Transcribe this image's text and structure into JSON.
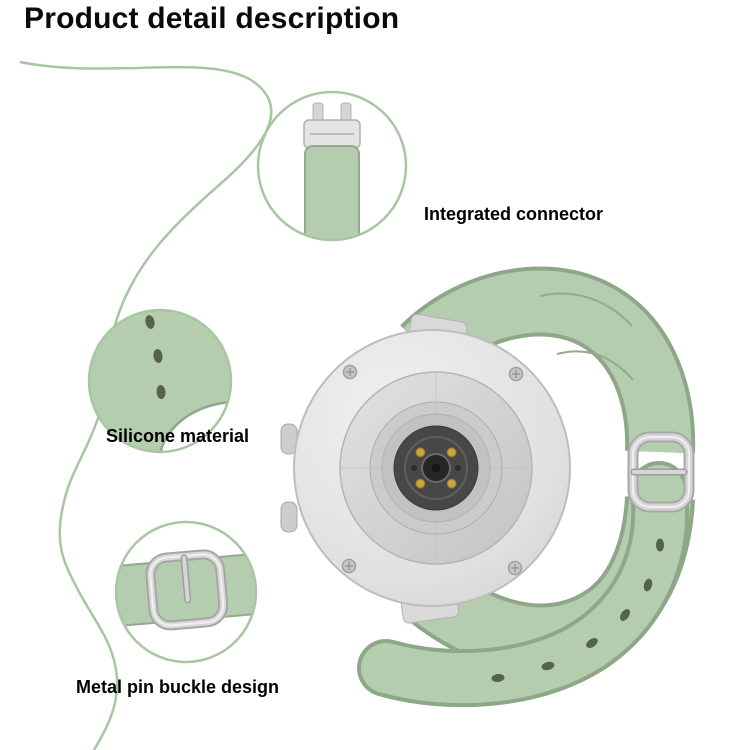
{
  "page": {
    "title": "Product detail description"
  },
  "callouts": [
    {
      "label": "Integrated connector",
      "feature": "integrated-connector"
    },
    {
      "label": "Silicone material",
      "feature": "silicone-material"
    },
    {
      "label": "Metal pin buckle design",
      "feature": "metal-pin-buckle"
    }
  ],
  "colors": {
    "background": "#ffffff",
    "text": "#000000",
    "line_green": "#a9c6a3",
    "strap_green": "#b5cdaf",
    "strap_green_dark": "#8ea788",
    "hole_dark": "#55624d",
    "silver_light": "#e6e6e6",
    "silver": "#cdcdcd",
    "silver_dark": "#a8a8a8",
    "sensor_dark": "#474747",
    "sensor_gold": "#c9a43e"
  }
}
